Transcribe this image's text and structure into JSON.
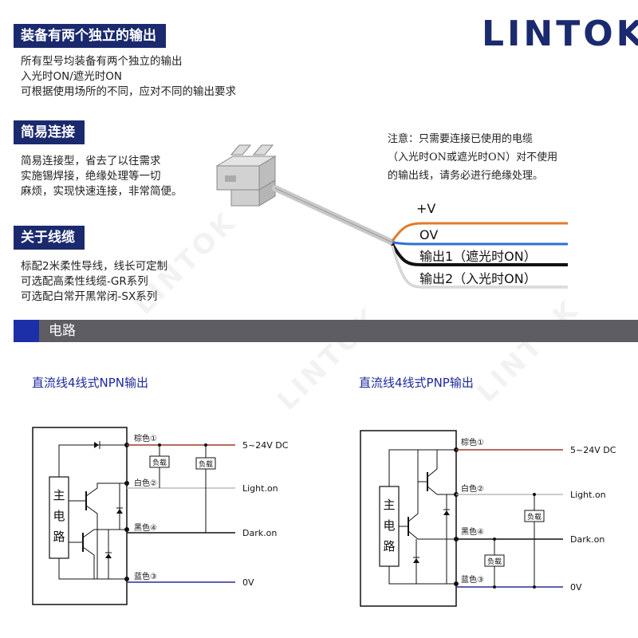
{
  "brand": {
    "logo_text": "LINTOK"
  },
  "sections": {
    "outputs": {
      "title": "装备有两个独立的输出",
      "lines": [
        "所有型号均装备有两个独立的输出",
        "入光时ON/遮光时ON",
        "可根据使用场所的不同，应对不同的输出要求"
      ]
    },
    "connection": {
      "title": "简易连接",
      "lines": [
        "简易连接型，省去了以往需求",
        "实施锡焊接，绝缘处理等一切",
        "麻烦，实现快速连接，非常简便。"
      ]
    },
    "cable": {
      "title": "关于线缆",
      "lines": [
        "标配2米柔性导线，线长可定制",
        "可选配高柔性线缆-GR系列",
        "可选配白常开黑常闭-SX系列"
      ]
    }
  },
  "note": {
    "lines": [
      "注意：只需要连接已使用的电缆",
      "（入光时ON或遮光时ON）对不使用",
      "的输出线，请务必进行绝缘处理。"
    ]
  },
  "wires": {
    "v_plus": "+V",
    "ov": "OV",
    "out1": "输出1（遮光时ON）",
    "out2": "输出2（入光时ON）"
  },
  "circuit_bar": {
    "title": "电路"
  },
  "npn": {
    "title": "直流线4线式NPN输出",
    "main_circuit": [
      "主",
      "电",
      "路"
    ],
    "wires": {
      "brown": "棕色①",
      "white": "白色②",
      "black": "黑色④",
      "blue": "蓝色③"
    },
    "outputs": {
      "supply": "5~24V DC",
      "light": "Light.on",
      "dark": "Dark.on",
      "zero": "0V"
    },
    "loads": [
      "负载",
      "负载"
    ]
  },
  "pnp": {
    "title": "直流线4线式PNP输出",
    "main_circuit": [
      "主",
      "电",
      "路"
    ],
    "wires": {
      "brown": "棕色①",
      "white": "白色②",
      "black": "黑色④",
      "blue": "蓝色③"
    },
    "outputs": {
      "supply": "5~24V DC",
      "light": "Light.on",
      "dark": "Dark.on",
      "zero": "0V"
    },
    "loads": [
      "负载",
      "负载"
    ]
  },
  "colors": {
    "navy": "#1b2a6e",
    "orange": "#e07b2c",
    "blue": "#2f6fd6",
    "brown": "#9a3b2a",
    "dark_blue": "#2a2f8f",
    "gray_bar": "#5d5d63"
  }
}
